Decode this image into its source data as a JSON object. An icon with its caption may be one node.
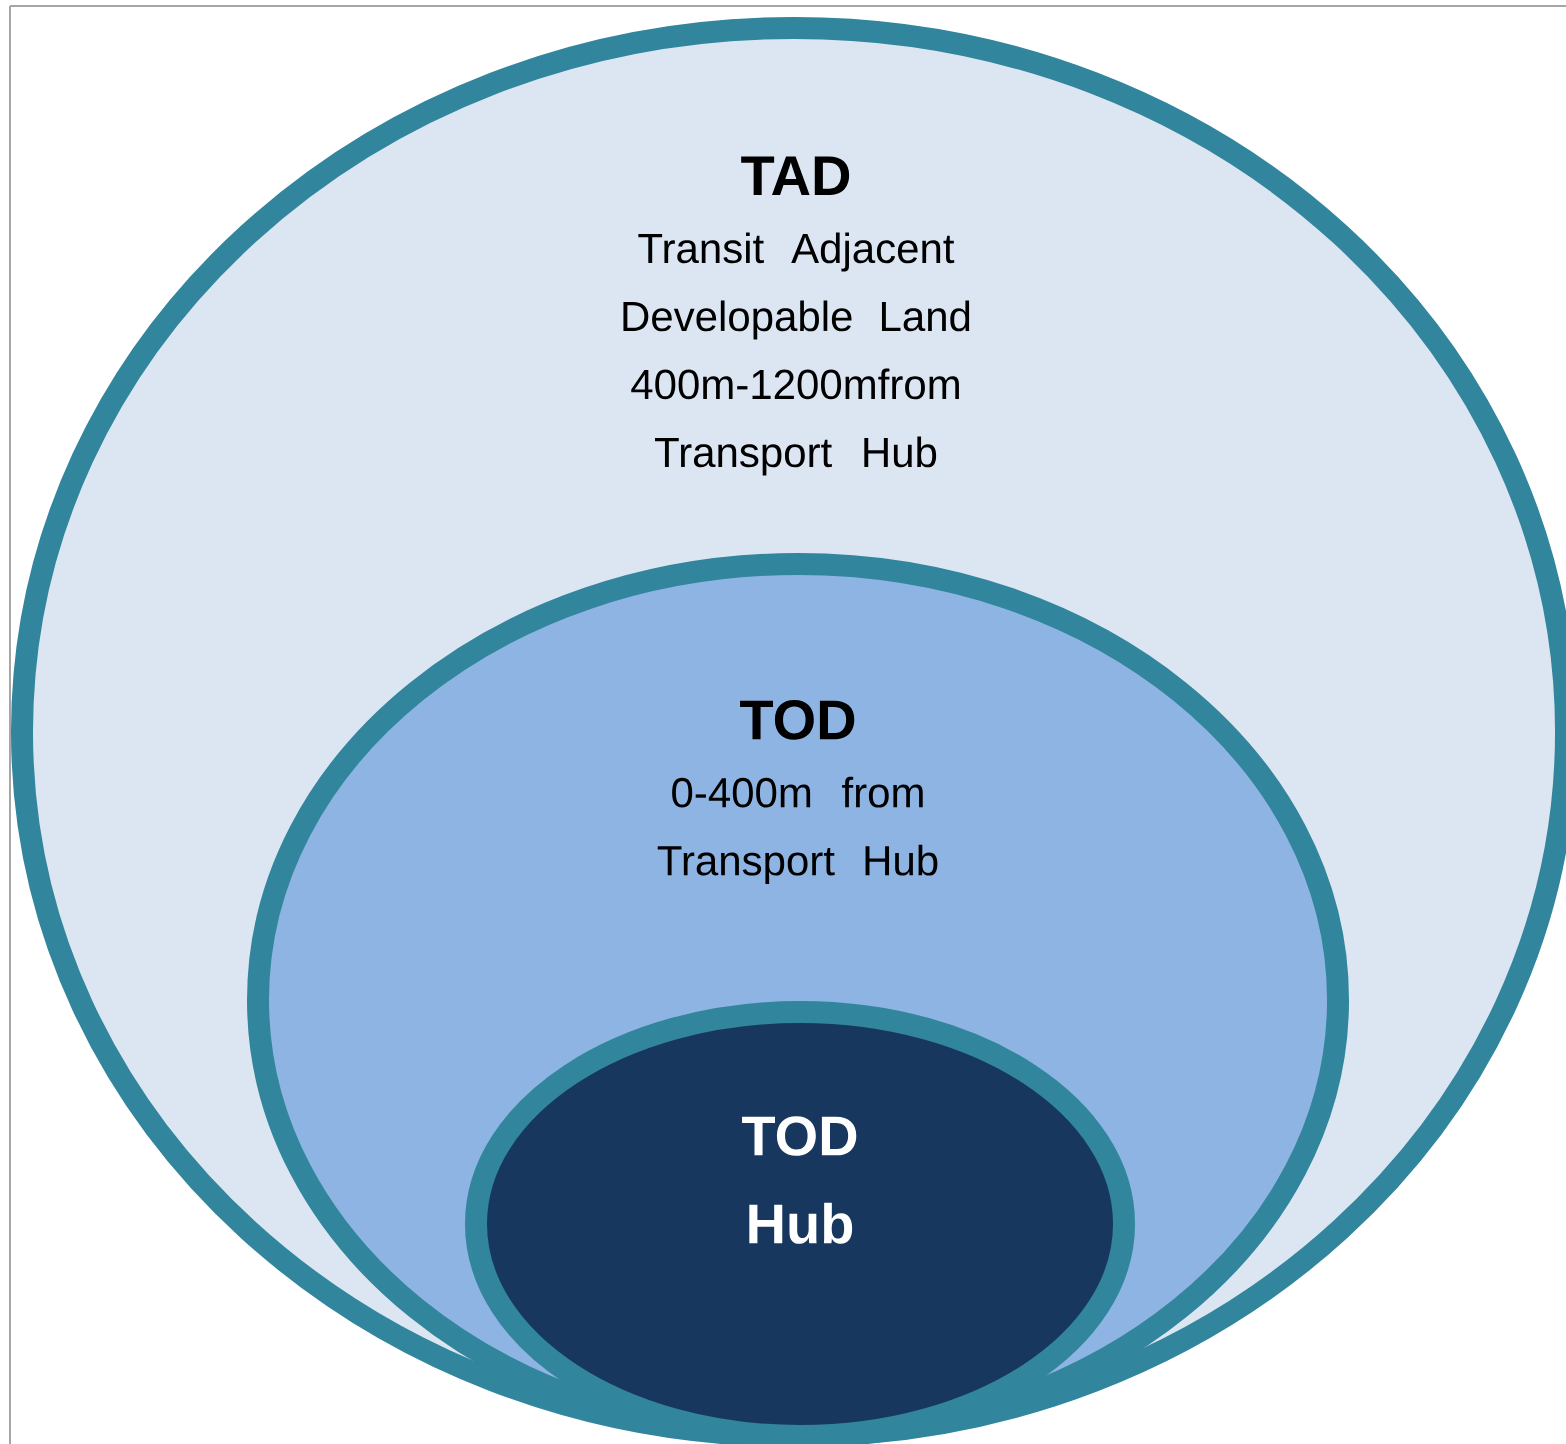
{
  "diagram": {
    "nodes": [
      {
        "text": [
          "TAD",
          "Transit Adjacent Developable Land 400m-1200mfrom Transport Hub"
        ]
      },
      {
        "text": [
          "TOD",
          "0-400m from Transport Hub"
        ],
        "in": 0
      },
      {
        "text": [
          "TOD Hub"
        ],
        "in": 1
      }
    ]
  }
}
